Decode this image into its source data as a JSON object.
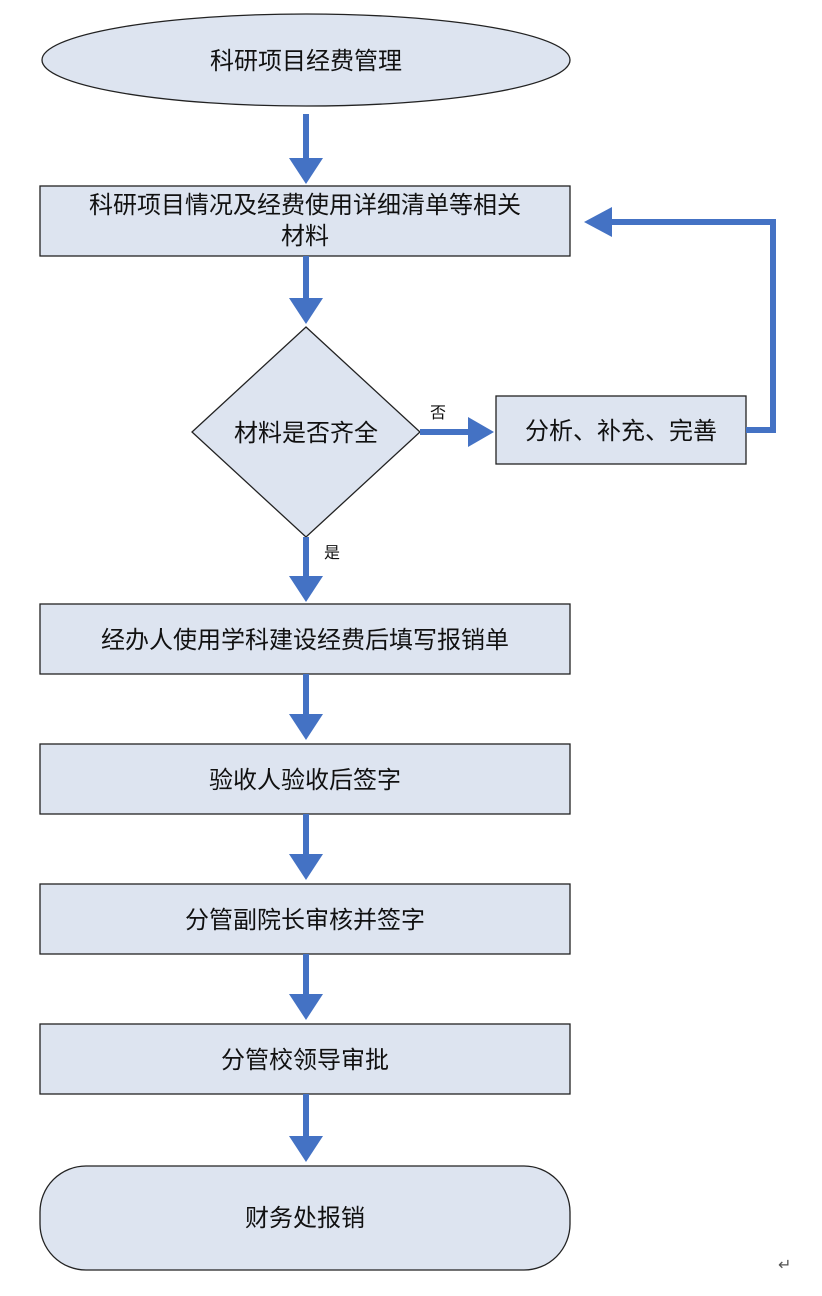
{
  "nodes": {
    "start": "科研项目经费管理",
    "materials_line1": "科研项目情况及经费使用详细清单等相关",
    "materials_line2": "材料",
    "decision": "材料是否齐全",
    "supplement": "分析、补充、完善",
    "reimburse_form": "经办人使用学科建设经费后填写报销单",
    "acceptance": "验收人验收后签字",
    "vp_review": "分管副院长审核并签字",
    "leader_approval": "分管校领导审批",
    "finance": "财务处报销"
  },
  "edges": {
    "no_label": "否",
    "yes_label": "是"
  },
  "return_mark": "↵",
  "colors": {
    "node_fill": "#dde4f0",
    "arrow": "#4472c4",
    "border": "#222222"
  }
}
